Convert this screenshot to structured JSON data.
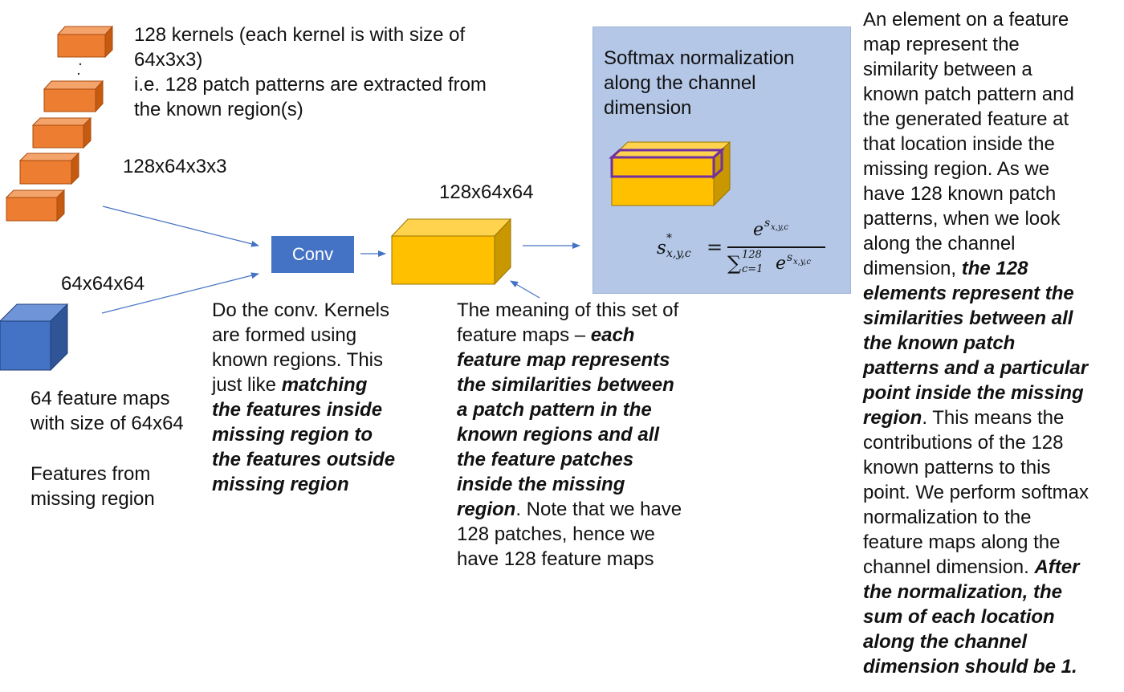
{
  "kernels": {
    "description_line1": "128 kernels (each kernel is with size of",
    "description_line2": "64x3x3)",
    "description_line3": "i.e. 128 patch patterns are extracted from",
    "description_line4": "the known region(s)",
    "dims_label": "128x64x3x3",
    "ellipsis": "·\n·"
  },
  "input": {
    "dims_label": "64x64x64",
    "caption_line1": "64 feature maps",
    "caption_line2": "with size of 64x64",
    "caption_line3": "Features from",
    "caption_line4": "missing region"
  },
  "conv": {
    "label": "Conv",
    "explain_line1": "Do the conv. Kernels",
    "explain_line2": "are formed using",
    "explain_line3": "known regions. This",
    "explain_line4a": "just like ",
    "explain_line4b": "matching",
    "explain_line5": "the features inside",
    "explain_line6": "missing region to",
    "explain_line7": "the features outside",
    "explain_line8": "missing region"
  },
  "output": {
    "dims_label": "128x64x64",
    "meaning_line1": "The meaning of this set of",
    "meaning_line2a": "feature maps – ",
    "meaning_line2b": "each",
    "meaning_line3": "feature map represents",
    "meaning_line4": "the similarities between",
    "meaning_line5": "a patch pattern in the",
    "meaning_line6": "known regions and all",
    "meaning_line7": "the feature patches",
    "meaning_line8": "inside the missing",
    "meaning_line9a": "region",
    "meaning_line9b": ". Note that we have",
    "meaning_line10": "128 patches, hence we",
    "meaning_line11": "have 128 feature maps"
  },
  "softmax": {
    "title_line1": "Softmax normalization",
    "title_line2": "along the channel",
    "title_line3": "dimension",
    "formula": {
      "lhs": "s",
      "lhs_sup": "*",
      "lhs_sub": "x,y,c",
      "equals": "=",
      "num_base": "e",
      "num_exp": "s",
      "num_exp_sub": "x,y,c",
      "den_sum": "∑",
      "den_sum_sup": "128",
      "den_sum_sub": "c=1",
      "den_base": "e",
      "den_exp": "s",
      "den_exp_sub": "x,y,c"
    }
  },
  "explanation": {
    "l1": "An element on a feature",
    "l2": "map represent the",
    "l3": "similarity between a",
    "l4": "known patch pattern and",
    "l5": "the generated feature at",
    "l6": "that location inside the",
    "l7": "missing region. As we",
    "l8": "have 128 known patch",
    "l9": "patterns, when we look",
    "l10": "along the channel",
    "l11a": "dimension, ",
    "l11b": "the 128",
    "l12": "elements represent the",
    "l13": "similarities between all",
    "l14": "the known patch",
    "l15": "patterns and a particular",
    "l16": "point inside the missing",
    "l17a": "region",
    "l17b": ". This means the",
    "l18": "contributions of the 128",
    "l19": "known patterns to this",
    "l20": "point. We perform softmax",
    "l21": "normalization to the",
    "l22": "feature maps along the",
    "l23a": "channel dimension. ",
    "l23b": "After",
    "l24": "the normalization, the",
    "l25": "sum of each location",
    "l26": "along the channel",
    "l27": "dimension should be 1."
  },
  "colors": {
    "kernel_front": "#ed7d31",
    "kernel_top": "#f4a36b",
    "kernel_side": "#c55a11",
    "input_front": "#4472c4",
    "input_top": "#6f94d8",
    "input_side": "#2f5597",
    "output_front": "#ffc000",
    "output_top": "#ffd34d",
    "output_side": "#c99700",
    "arrow": "#4472c4",
    "slice_outline": "#7030a0",
    "panel": "#b4c7e7"
  }
}
